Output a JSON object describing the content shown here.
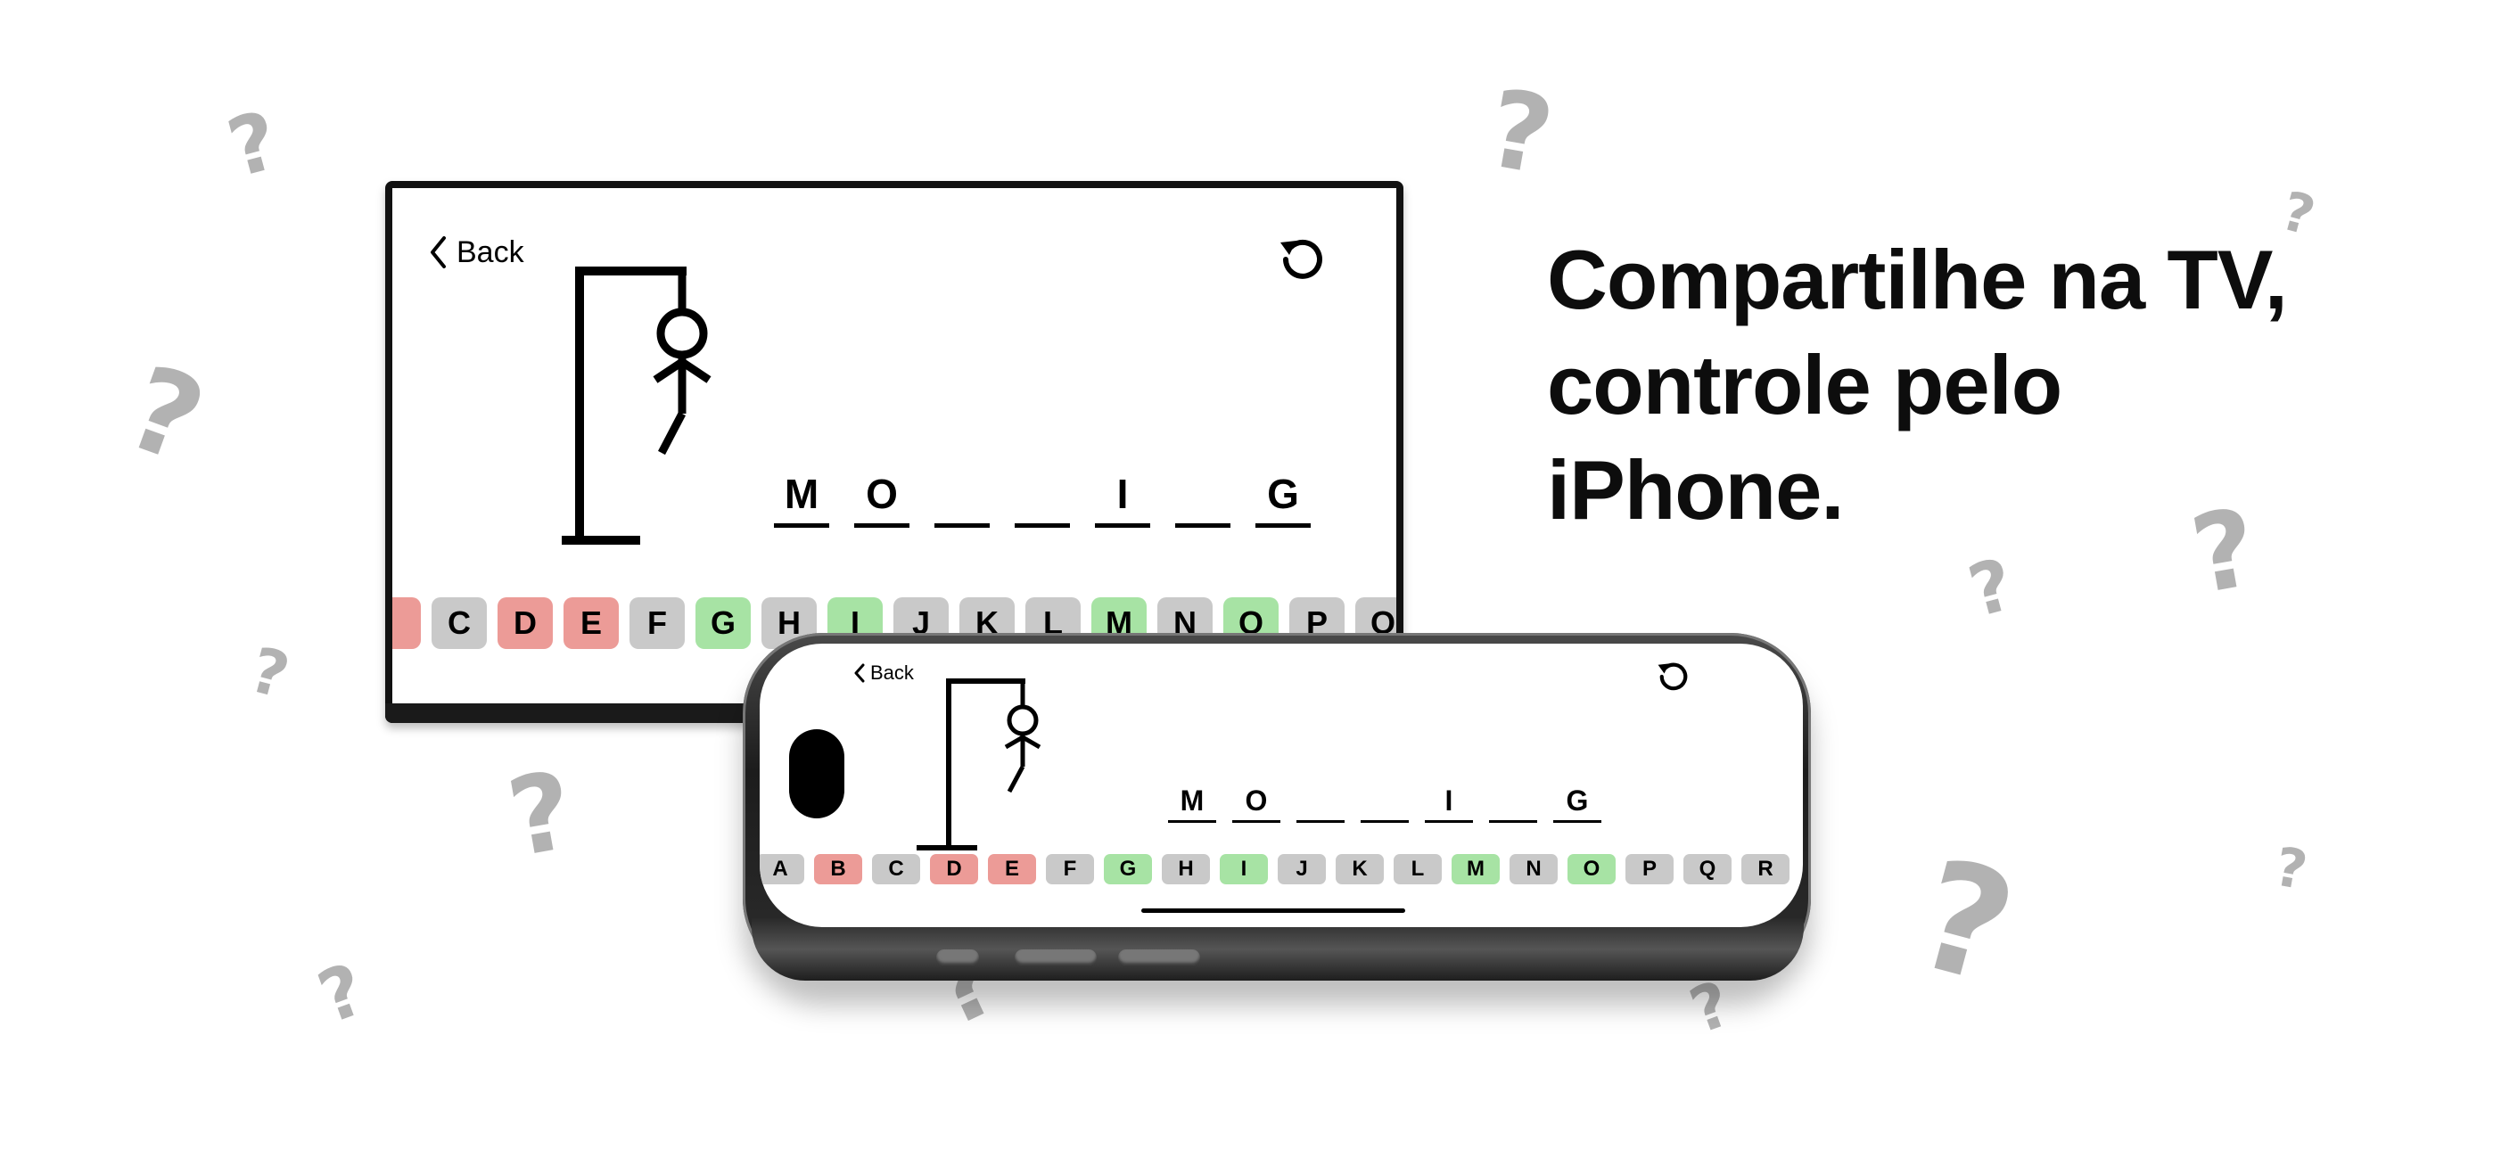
{
  "headline": {
    "line1": "Compartilhe na TV,",
    "line2": "controle pelo",
    "line3": "iPhone."
  },
  "background_decor": {
    "glyph": "?",
    "color": "#b2b2b2"
  },
  "tv_app": {
    "back_label": "Back",
    "back_icon": "chevron-left-icon",
    "restart_icon": "restart-icon",
    "wrong_guesses": 4,
    "word_slots": [
      {
        "letter": "M"
      },
      {
        "letter": "O"
      },
      {
        "letter": ""
      },
      {
        "letter": ""
      },
      {
        "letter": "I"
      },
      {
        "letter": ""
      },
      {
        "letter": "G"
      }
    ],
    "keys": [
      {
        "label": "",
        "state": "wrong"
      },
      {
        "label": "C",
        "state": "neutral"
      },
      {
        "label": "D",
        "state": "wrong"
      },
      {
        "label": "E",
        "state": "wrong"
      },
      {
        "label": "F",
        "state": "neutral"
      },
      {
        "label": "G",
        "state": "right"
      },
      {
        "label": "H",
        "state": "neutral"
      },
      {
        "label": "I",
        "state": "right"
      },
      {
        "label": "J",
        "state": "neutral"
      },
      {
        "label": "K",
        "state": "neutral"
      },
      {
        "label": "L",
        "state": "neutral"
      },
      {
        "label": "M",
        "state": "right"
      },
      {
        "label": "N",
        "state": "neutral"
      },
      {
        "label": "O",
        "state": "right"
      },
      {
        "label": "P",
        "state": "neutral"
      },
      {
        "label": "Q",
        "state": "neutral"
      }
    ]
  },
  "phone_app": {
    "back_label": "Back",
    "back_icon": "chevron-left-icon",
    "restart_icon": "restart-icon",
    "word_slots": [
      {
        "letter": "M"
      },
      {
        "letter": "O"
      },
      {
        "letter": ""
      },
      {
        "letter": ""
      },
      {
        "letter": "I"
      },
      {
        "letter": ""
      },
      {
        "letter": "G"
      }
    ],
    "keys": [
      {
        "label": "A",
        "state": "neutral"
      },
      {
        "label": "B",
        "state": "wrong"
      },
      {
        "label": "C",
        "state": "neutral"
      },
      {
        "label": "D",
        "state": "wrong"
      },
      {
        "label": "E",
        "state": "wrong"
      },
      {
        "label": "F",
        "state": "neutral"
      },
      {
        "label": "G",
        "state": "right"
      },
      {
        "label": "H",
        "state": "neutral"
      },
      {
        "label": "I",
        "state": "right"
      },
      {
        "label": "J",
        "state": "neutral"
      },
      {
        "label": "K",
        "state": "neutral"
      },
      {
        "label": "L",
        "state": "neutral"
      },
      {
        "label": "M",
        "state": "right"
      },
      {
        "label": "N",
        "state": "neutral"
      },
      {
        "label": "O",
        "state": "right"
      },
      {
        "label": "P",
        "state": "neutral"
      },
      {
        "label": "Q",
        "state": "neutral"
      },
      {
        "label": "R",
        "state": "neutral"
      }
    ]
  },
  "colors": {
    "key_neutral": "#c9c9c9",
    "key_wrong": "#ec9b97",
    "key_right": "#a7e3a4",
    "text": "#0d0d0d"
  }
}
